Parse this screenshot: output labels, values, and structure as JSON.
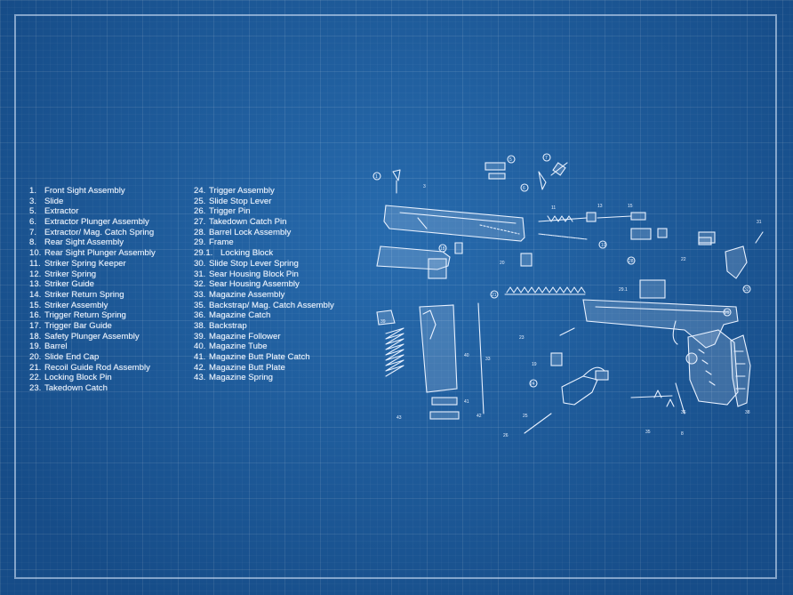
{
  "legend": {
    "col1": [
      {
        "num": "1.",
        "label": "Front Sight Assembly"
      },
      {
        "num": "3.",
        "label": "Slide"
      },
      {
        "num": "5.",
        "label": "Extractor"
      },
      {
        "num": "6.",
        "label": "Extractor Plunger Assembly"
      },
      {
        "num": "7.",
        "label": "Extractor/ Mag. Catch Spring"
      },
      {
        "num": "8.",
        "label": "Rear Sight Assembly"
      },
      {
        "num": "10.",
        "label": "Rear Sight Plunger Assembly"
      },
      {
        "num": "11.",
        "label": "Striker Spring Keeper"
      },
      {
        "num": "12.",
        "label": "Striker Spring"
      },
      {
        "num": "13.",
        "label": "Striker Guide"
      },
      {
        "num": "14.",
        "label": "Striker Return Spring"
      },
      {
        "num": "15.",
        "label": "Striker Assembly"
      },
      {
        "num": "16.",
        "label": "Trigger Return Spring"
      },
      {
        "num": "17.",
        "label": "Trigger Bar Guide"
      },
      {
        "num": "18.",
        "label": "Safety Plunger Assembly"
      },
      {
        "num": "19.",
        "label": "Barrel"
      },
      {
        "num": "20.",
        "label": "Slide End Cap"
      },
      {
        "num": "21.",
        "label": "Recoil Guide Rod Assembly"
      },
      {
        "num": "22.",
        "label": "Locking Block Pin"
      },
      {
        "num": "23.",
        "label": "Takedown Catch"
      }
    ],
    "col2": [
      {
        "num": "24.",
        "label": "Trigger Assembly"
      },
      {
        "num": "25.",
        "label": "Slide Stop Lever"
      },
      {
        "num": "26.",
        "label": "Trigger Pin"
      },
      {
        "num": "27.",
        "label": "Takedown Catch Pin"
      },
      {
        "num": "28.",
        "label": "Barrel Lock Assembly"
      },
      {
        "num": "29.",
        "label": "Frame"
      },
      {
        "num": "29.1.",
        "label": "Locking Block"
      },
      {
        "num": "30.",
        "label": "Slide Stop Lever Spring"
      },
      {
        "num": "31.",
        "label": "Sear Housing Block Pin"
      },
      {
        "num": "32.",
        "label": "Sear Housing Assembly"
      },
      {
        "num": "33.",
        "label": "Magazine Assembly"
      },
      {
        "num": "35.",
        "label": "Backstrap/ Mag. Catch Assembly"
      },
      {
        "num": "36.",
        "label": "Magazine Catch"
      },
      {
        "num": "38.",
        "label": "Backstrap"
      },
      {
        "num": "39.",
        "label": "Magazine Follower"
      },
      {
        "num": "40.",
        "label": "Magazine Tube"
      },
      {
        "num": "41.",
        "label": "Magazine Butt Plate Catch"
      },
      {
        "num": "42.",
        "label": "Magazine Butt Plate"
      },
      {
        "num": "43.",
        "label": "Magazine Spring"
      }
    ]
  },
  "callouts": {
    "c1": "1",
    "c3": "3",
    "c5": "5",
    "c6": "6",
    "c7": "7",
    "c8": "8",
    "c10": "10",
    "c11": "11",
    "c13": "13",
    "c15": "15",
    "c18": "18",
    "c19": "19",
    "c20": "20",
    "c21": "21",
    "c22": "22",
    "c23": "23",
    "c24": "24",
    "c25": "25",
    "c26": "26",
    "c28": "28",
    "c29": "29",
    "c291": "29.1",
    "c31": "31",
    "c32": "32",
    "c33": "33",
    "c35": "35",
    "c36": "36",
    "c38": "38",
    "c39": "39",
    "c40": "40",
    "c41": "41",
    "c42": "42",
    "c43": "43"
  }
}
